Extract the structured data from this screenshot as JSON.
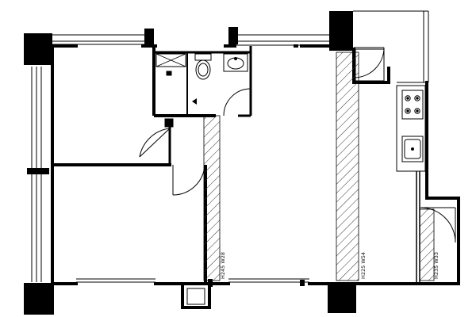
{
  "plan": {
    "line_color": "#000000",
    "background": "#ffffff",
    "hatch_color": "#333333",
    "annotations": [
      {
        "text": "H245 W28"
      },
      {
        "text": "H225 W54"
      },
      {
        "text": "H235 W33"
      }
    ],
    "icons": [
      "toilet-icon",
      "washbasin-icon",
      "shower-icon",
      "stove-burner-icon",
      "kitchen-sink-icon",
      "door-swing-icon"
    ]
  }
}
